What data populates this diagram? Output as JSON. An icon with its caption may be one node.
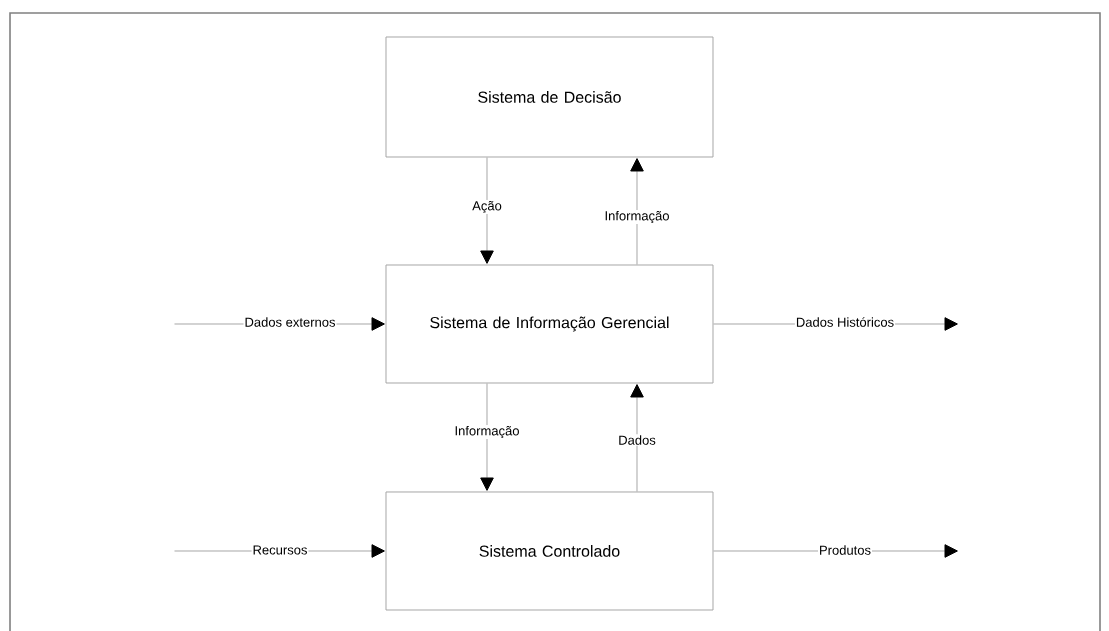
{
  "diagram": {
    "nodes": [
      {
        "text": [
          "Sistema de Decisão"
        ]
      },
      {
        "text": [
          "Sistema de Informação Gerencial"
        ]
      },
      {
        "text": [
          "Sistema Controlado"
        ]
      }
    ],
    "edges": [
      {
        "from": 0,
        "to": 1,
        "arrow": "to",
        "label": "Ação"
      },
      {
        "from": 1,
        "to": 0,
        "arrow": "to",
        "label": "Informação"
      },
      {
        "from": null,
        "to": 1,
        "arrow": "to",
        "label": "Dados externos"
      },
      {
        "from": 1,
        "to": null,
        "arrow": "to",
        "label": "Dados Históricos"
      },
      {
        "from": 1,
        "to": 2,
        "arrow": "to",
        "label": "Informação"
      },
      {
        "from": 2,
        "to": 1,
        "arrow": "to",
        "label": "Dados"
      },
      {
        "from": null,
        "to": 2,
        "arrow": "to",
        "label": "Recursos"
      },
      {
        "from": 2,
        "to": null,
        "arrow": "to",
        "label": "Produtos"
      }
    ]
  }
}
